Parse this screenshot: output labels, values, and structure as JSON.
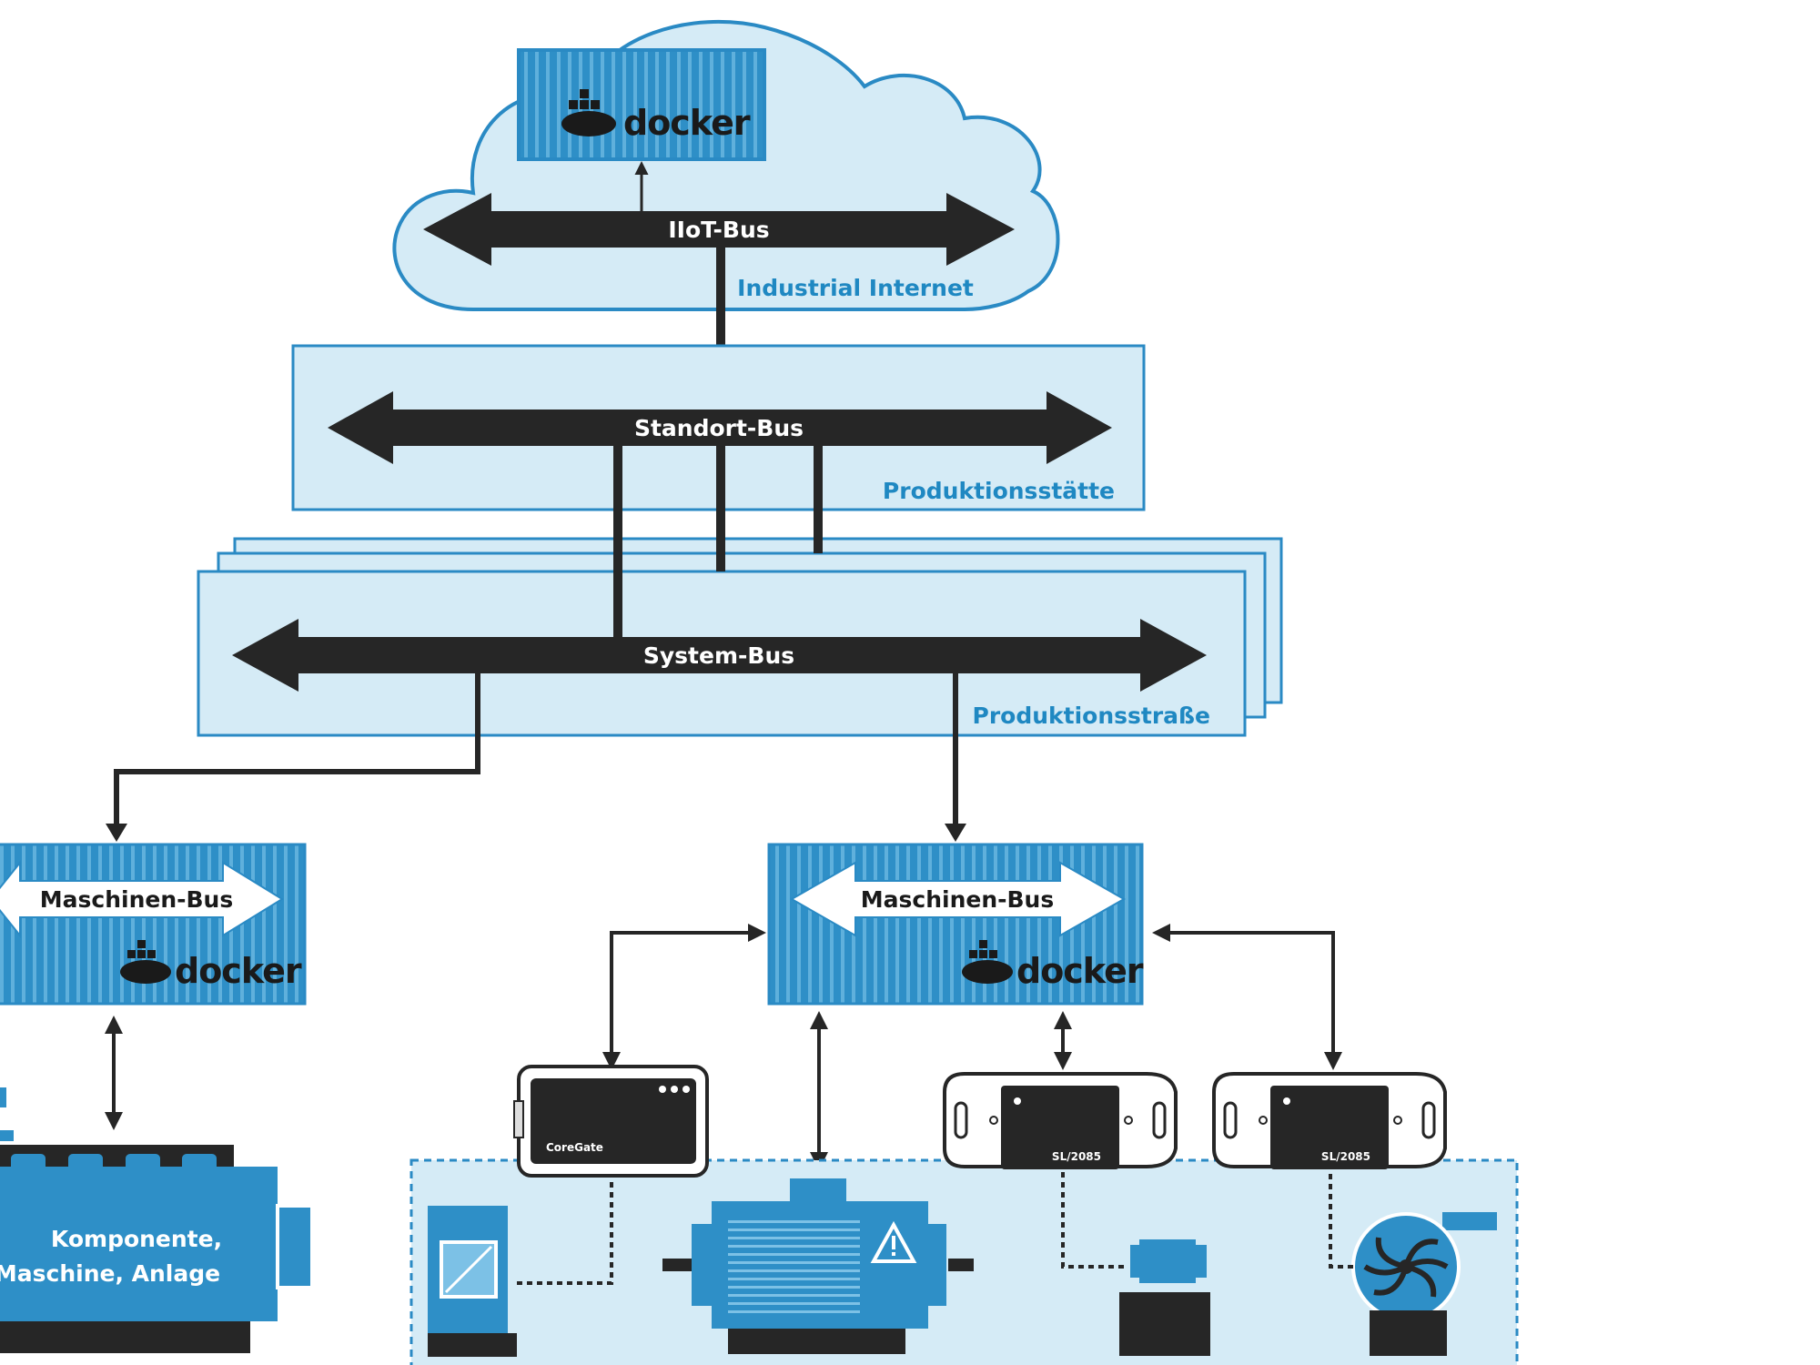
{
  "colors": {
    "light_blue": "#d5ebf6",
    "mid_blue": "#2e8fc7",
    "dark": "#262626",
    "border_blue": "#2a8ac4"
  },
  "cloud": {
    "zone_label": "Industrial Internet",
    "bus_label": "IIoT-Bus",
    "container_logo": "docker"
  },
  "site": {
    "zone_label": "Produktionsstätte",
    "bus_label": "Standort-Bus"
  },
  "line": {
    "zone_label": "Produktionsstraße",
    "bus_label": "System-Bus"
  },
  "machine_left": {
    "bus_label": "Maschinen-Bus",
    "container_logo": "docker",
    "component_line1": "Komponente,",
    "component_line2": "Maschine, Anlage"
  },
  "machine_right": {
    "bus_label": "Maschinen-Bus",
    "container_logo": "docker"
  },
  "devices": {
    "gateway_label": "CoreGate",
    "sensor1_label": "SL/2085",
    "sensor2_label": "SL/2085"
  }
}
